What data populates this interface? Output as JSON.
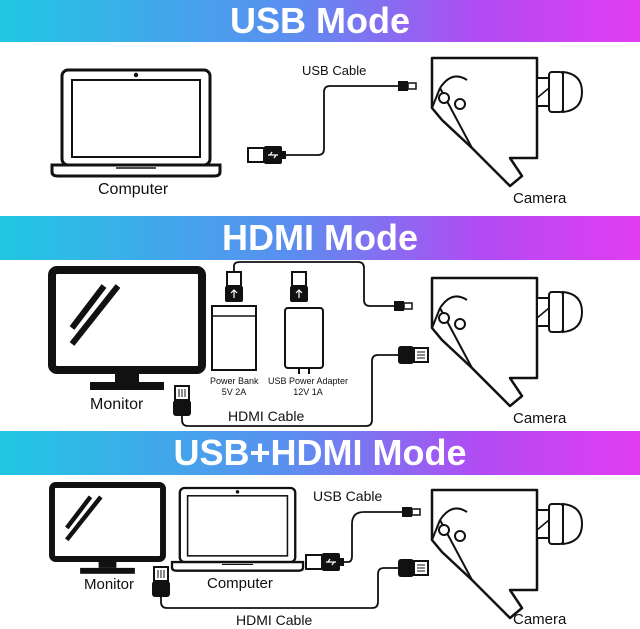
{
  "sections": [
    {
      "title": "USB Mode",
      "labels": {
        "computer": "Computer",
        "camera": "Camera",
        "usb_cable": "USB Cable"
      }
    },
    {
      "title": "HDMI Mode",
      "labels": {
        "monitor": "Monitor",
        "camera": "Camera",
        "hdmi_cable": "HDMI Cable",
        "power_bank_line1": "Power Bank",
        "power_bank_line2": "5V 2A",
        "adapter_line1": "USB Power Adapter",
        "adapter_line2": "12V 1A"
      }
    },
    {
      "title": "USB+HDMI Mode",
      "labels": {
        "monitor": "Monitor",
        "computer": "Computer",
        "camera": "Camera",
        "usb_cable": "USB Cable",
        "hdmi_cable": "HDMI Cable"
      }
    }
  ],
  "icons": [
    "laptop-icon",
    "monitor-icon",
    "camera-icon",
    "usb-a-plug-icon",
    "micro-usb-plug-icon",
    "hdmi-plug-icon",
    "power-bank-icon",
    "power-adapter-icon"
  ],
  "colors": {
    "banner_start": "#21c7e2",
    "banner_mid": "#5a8ff0",
    "banner_end": "#e23cf2",
    "line": "#111111",
    "banner_text": "#ffffff"
  }
}
